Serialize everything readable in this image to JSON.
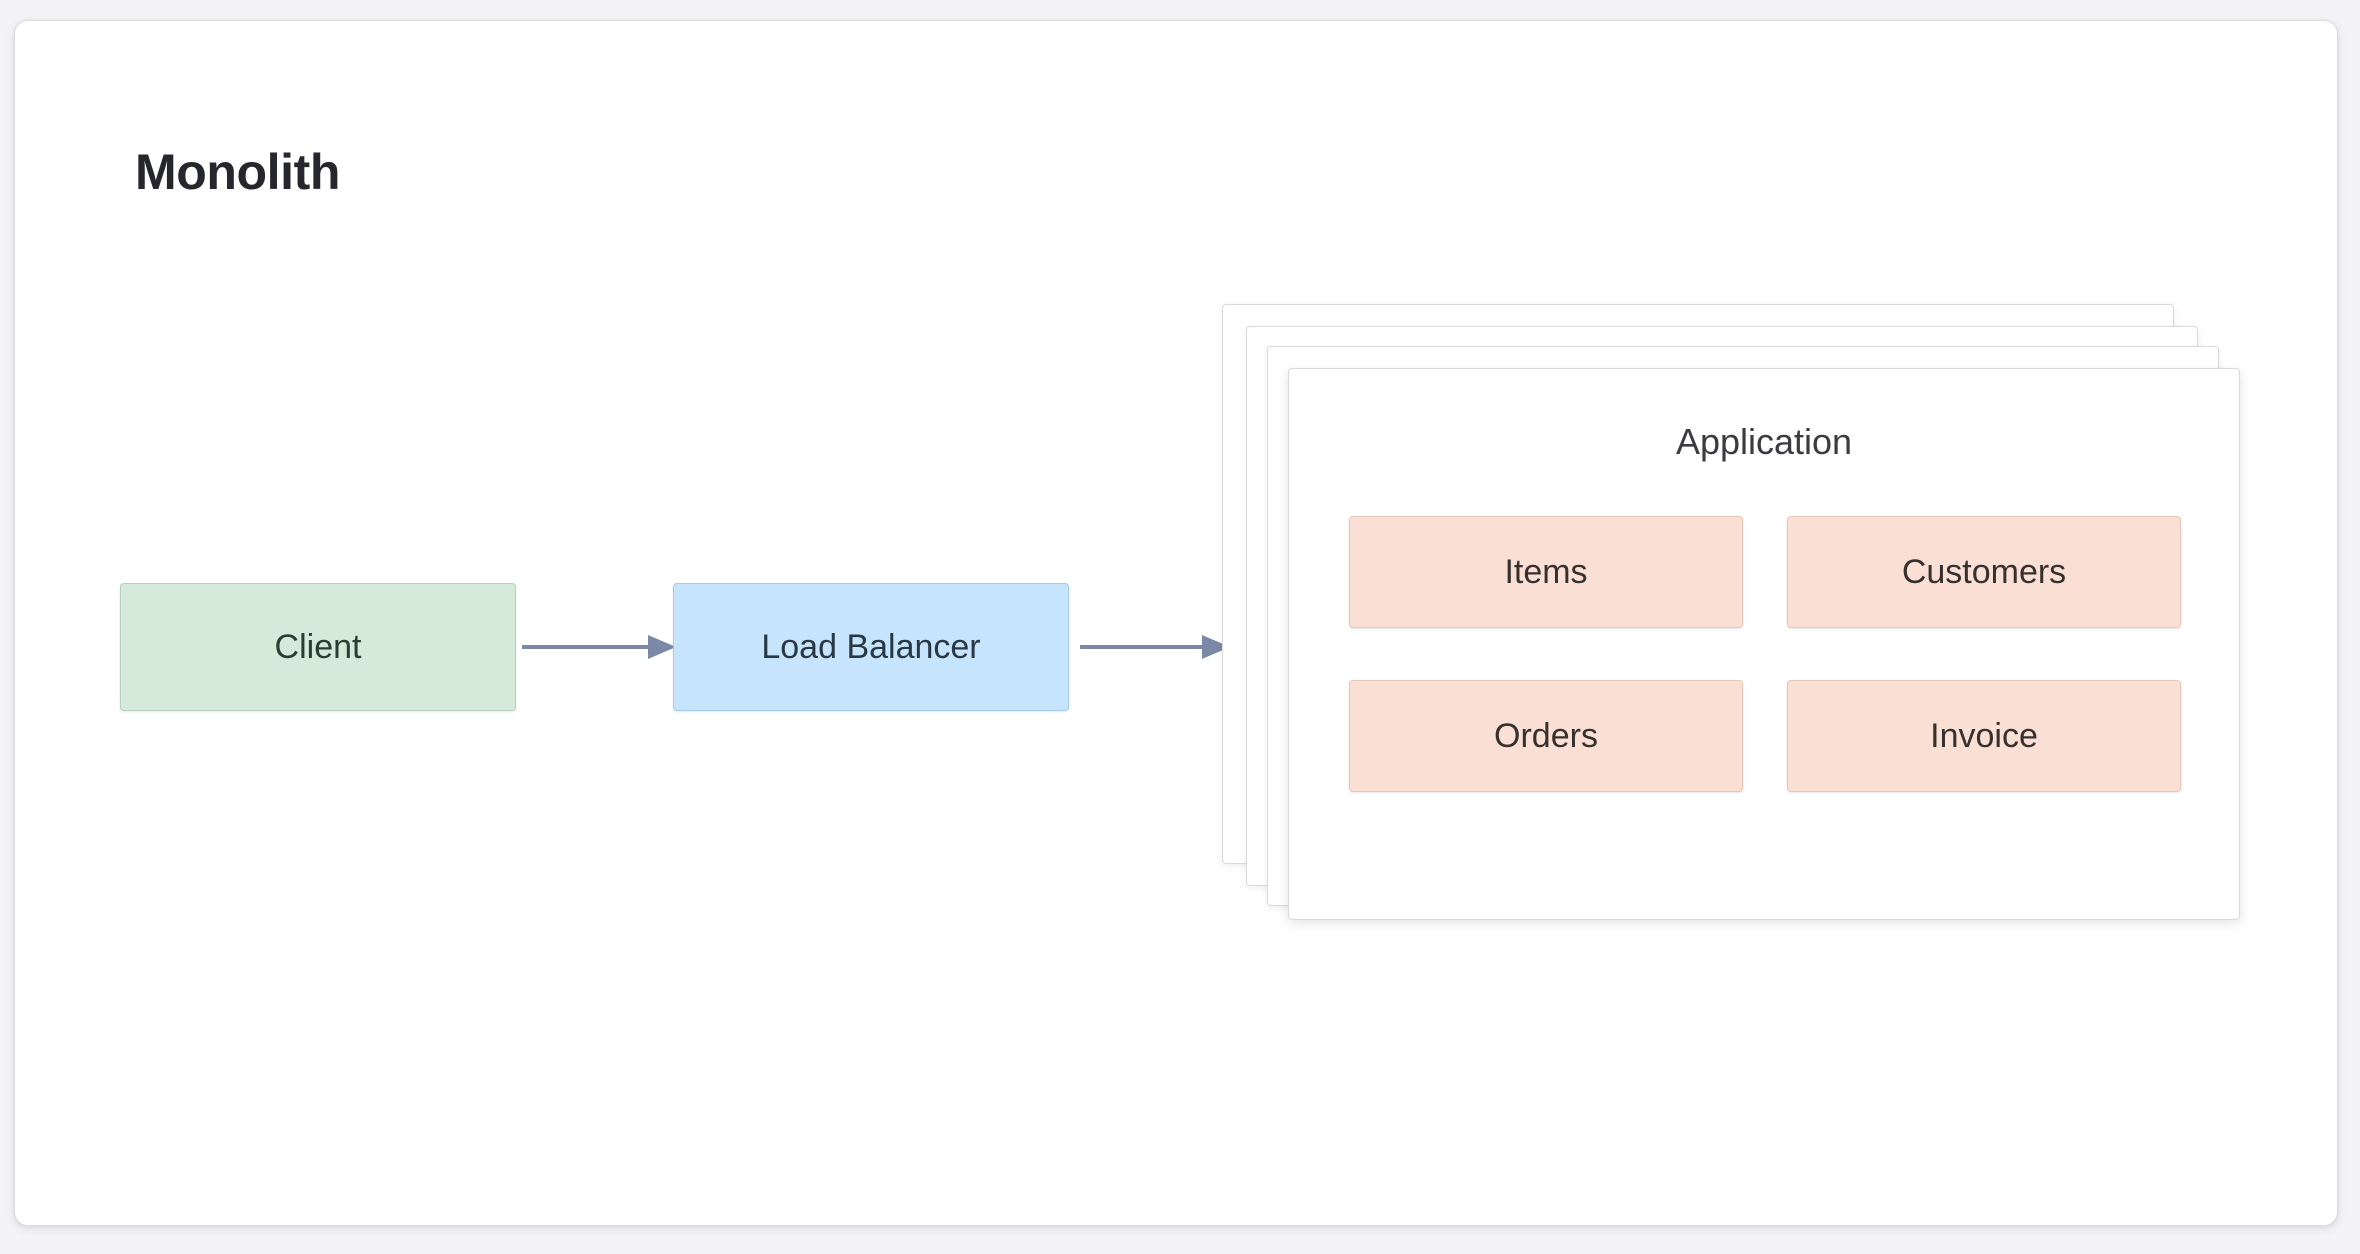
{
  "diagram": {
    "title": "Monolith",
    "type": "architecture-diagram",
    "nodes": {
      "client": {
        "label": "Client",
        "fill": "#d5ead9",
        "border": "#b6d2bb",
        "text": "#2b3d34"
      },
      "load_balancer": {
        "label": "Load Balancer",
        "fill": "#c6e4fb",
        "border": "#a2cce9",
        "text": "#293845"
      },
      "application": {
        "label": "Application",
        "fill": "#ffffff",
        "border": "#d9d9de",
        "text": "#3b3b42",
        "stack_layers": 4
      }
    },
    "services": [
      {
        "label": "Items"
      },
      {
        "label": "Customers"
      },
      {
        "label": "Orders"
      },
      {
        "label": "Invoice"
      }
    ],
    "service_style": {
      "fill": "#fadfd4",
      "border": "#e7c7bb",
      "text": "#36302e"
    },
    "arrows": [
      {
        "from": "client",
        "to": "load_balancer",
        "color": "#7b88a8"
      },
      {
        "from": "load_balancer",
        "to": "application",
        "color": "#7b88a8"
      }
    ],
    "canvas": {
      "background": "#ffffff",
      "border": "#dcdce1",
      "page_background": "#f4f4f6"
    }
  }
}
